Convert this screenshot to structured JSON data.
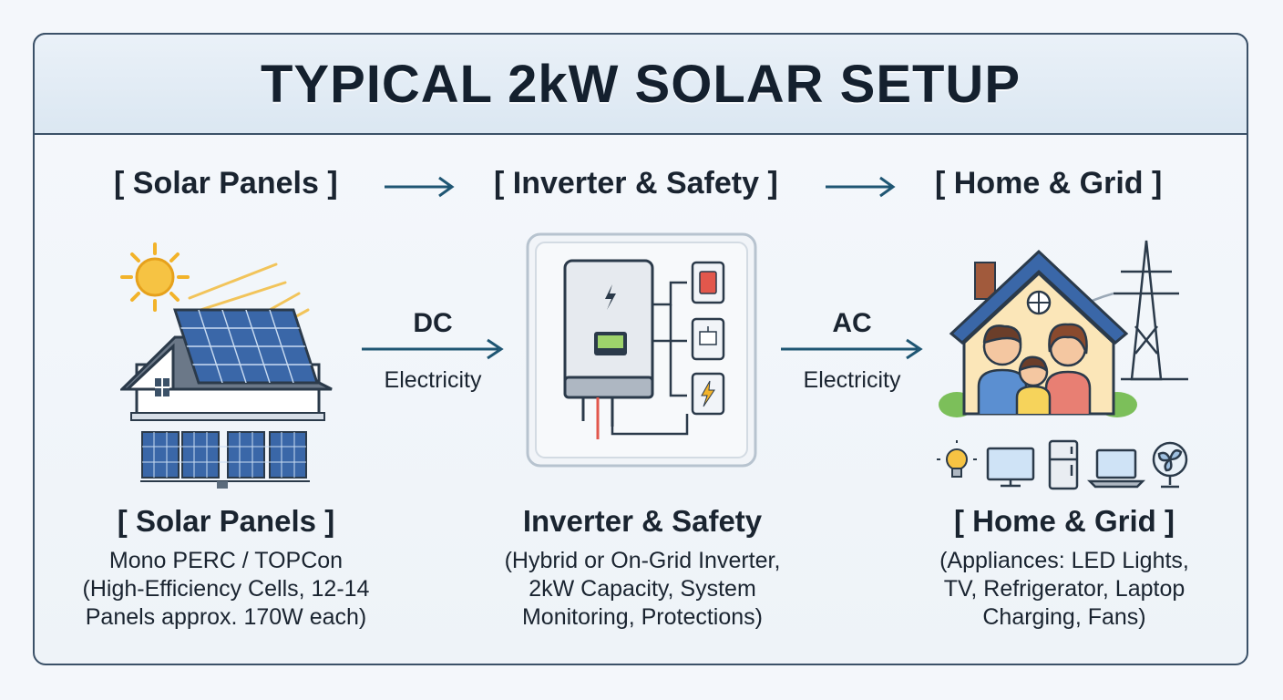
{
  "title": "TYPICAL 2kW SOLAR SETUP",
  "stage_headers": [
    "[ Solar Panels ]",
    "[ Inverter & Safety ]",
    "[ Home & Grid ]"
  ],
  "flows": [
    {
      "label": "DC",
      "sub": "Electricity"
    },
    {
      "label": "AC",
      "sub": "Electricity"
    }
  ],
  "captions": {
    "solar": {
      "title": "[ Solar Panels ]",
      "lines": [
        "Mono PERC / TOPCon",
        "(High-Efficiency Cells, 12-14",
        "Panels approx. 170W each)"
      ]
    },
    "inverter": {
      "title": "Inverter & Safety",
      "lines": [
        "(Hybrid or On-Grid Inverter,",
        "2kW Capacity, System",
        "Monitoring, Protections)"
      ]
    },
    "home": {
      "title": "[ Home & Grid ]",
      "lines": [
        "(Appliances: LED Lights,",
        "TV, Refrigerator, Laptop",
        "Charging, Fans)"
      ]
    }
  },
  "icons": [
    "sun-icon",
    "house-solar-icon",
    "solar-panel-array-icon",
    "inverter-icon",
    "breaker-icon",
    "meter-icon",
    "surge-protector-icon",
    "family-home-icon",
    "power-tower-icon",
    "bulb-icon",
    "tv-icon",
    "fridge-icon",
    "laptop-icon",
    "fan-icon"
  ],
  "colors": {
    "accent": "#1f5673",
    "border": "#3b5168",
    "panel": "#3a67a8",
    "roof": "#5b6b7c",
    "red": "#e2574c",
    "sun": "#f2b32a"
  }
}
